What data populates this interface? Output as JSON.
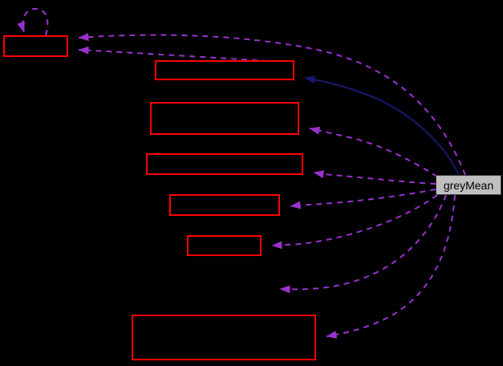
{
  "diagram": {
    "kind": "collaboration-graph",
    "root_label": "greyMean",
    "colors": {
      "background": "#000000",
      "node_border": "#ff0000",
      "hidden_node_border": "#000000",
      "root_fill": "#bfbfbf",
      "root_border": "#3d3d3d",
      "root_text": "#000000",
      "usage_edge": "#9a32cd",
      "inheritance_edge": "#191970"
    },
    "nodes": [
      {
        "id": "node1",
        "label": "",
        "label_visible": false,
        "border": "red"
      },
      {
        "id": "node2",
        "label": "",
        "label_visible": false,
        "border": "red"
      },
      {
        "id": "node3",
        "label": "",
        "label_visible": false,
        "border": "red"
      },
      {
        "id": "node4",
        "label": "",
        "label_visible": false,
        "border": "red"
      },
      {
        "id": "node5",
        "label": "",
        "label_visible": false,
        "border": "red"
      },
      {
        "id": "node6",
        "label": "",
        "label_visible": false,
        "border": "red"
      },
      {
        "id": "node7",
        "label": "",
        "label_visible": false,
        "border": "black-invisible"
      },
      {
        "id": "node8",
        "label": "",
        "label_visible": false,
        "border": "red"
      },
      {
        "id": "root",
        "label": "greyMean",
        "label_visible": true,
        "border": "grey"
      }
    ],
    "edges": [
      {
        "from": "node1",
        "to": "node1",
        "style": "dashed",
        "relation": "usage-self-loop"
      },
      {
        "from": "root",
        "to": "node1",
        "style": "dashed",
        "relation": "usage"
      },
      {
        "from": "node2",
        "to": "node1",
        "style": "dashed",
        "relation": "usage"
      },
      {
        "from": "root",
        "to": "node2",
        "style": "solid",
        "relation": "inheritance"
      },
      {
        "from": "root",
        "to": "node3",
        "style": "dashed",
        "relation": "usage"
      },
      {
        "from": "root",
        "to": "node4",
        "style": "dashed",
        "relation": "usage"
      },
      {
        "from": "root",
        "to": "node5",
        "style": "dashed",
        "relation": "usage"
      },
      {
        "from": "root",
        "to": "node6",
        "style": "dashed",
        "relation": "usage"
      },
      {
        "from": "root",
        "to": "node7",
        "style": "dashed",
        "relation": "usage"
      },
      {
        "from": "root",
        "to": "node8",
        "style": "dashed",
        "relation": "usage"
      }
    ]
  }
}
